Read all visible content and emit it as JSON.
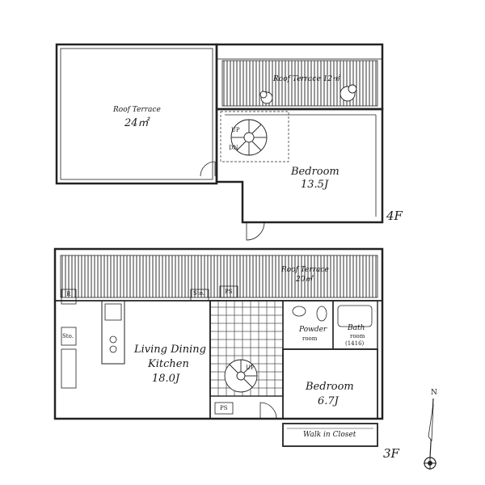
{
  "floor4": {
    "label": "4F",
    "roof_terrace_large": {
      "name": "Roof Terrace",
      "area": "24㎡"
    },
    "roof_terrace_small": {
      "name": "Roof Terrace 12㎡"
    },
    "bedroom": {
      "name": "Bedroom",
      "size": "13.5J"
    },
    "stair_marks": {
      "up": "UP",
      "down": "DN"
    }
  },
  "floor3": {
    "label": "3F",
    "roof_terrace": {
      "name": "Roof Terrace",
      "area": "20㎡"
    },
    "ldk": {
      "line1": "Living Dining",
      "line2": "Kitchen",
      "size": "18.0J"
    },
    "bedroom": {
      "name": "Bedroom",
      "size": "6.7J"
    },
    "walk_in_closet": "Walk in Closet",
    "powder_room": {
      "line1": "Powder",
      "line2": "room"
    },
    "bath": {
      "line1": "Bath",
      "line2": "room",
      "line3": "(1416)"
    },
    "refrigerator_mark": "R",
    "storage_left": "Sto.",
    "storage_top": "Sto.",
    "ps_top": "PS",
    "ps_bottom": "PS",
    "stair_mark": "UP"
  },
  "compass": {
    "north": "N"
  }
}
